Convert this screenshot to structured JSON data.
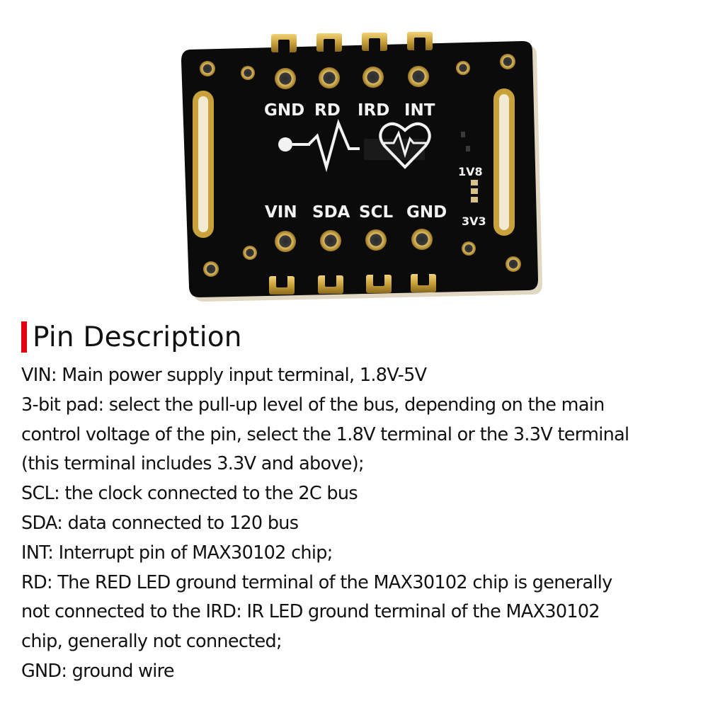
{
  "board": {
    "silkscreen": {
      "top_labels": [
        "GND",
        "RD",
        "IRD",
        "INT"
      ],
      "bottom_labels": [
        "VIN",
        "SDA",
        "SCL",
        "GND"
      ],
      "voltage_top": "1V8",
      "voltage_bottom": "3V3"
    },
    "colors": {
      "pcb": "#0b0b0b",
      "pad_gold": "#c9a13a",
      "silkscreen": "#f2f2f2"
    },
    "icons": [
      "pulse-wave-icon",
      "heart-pulse-icon",
      "sensor-dot-icon"
    ]
  },
  "section": {
    "title": "Pin Description",
    "accent_color": "#e3000f"
  },
  "description_lines": [
    "VIN: Main power supply input terminal, 1.8V-5V",
    "3-bit pad: select the pull-up level of the bus, depending on the main",
    "control voltage of the pin, select the 1.8V terminal or the 3.3V terminal",
    "(this terminal includes 3.3V and above);",
    "SCL: the clock connected to the 2C bus",
    "SDA: data connected to 120 bus",
    "INT: Interrupt pin of MAX30102 chip;",
    "RD: The RED LED ground terminal of the MAX30102 chip is generally",
    "not connected to the IRD: IR LED ground terminal of the MAX30102",
    "chip, generally not connected;",
    "GND: ground wire"
  ]
}
